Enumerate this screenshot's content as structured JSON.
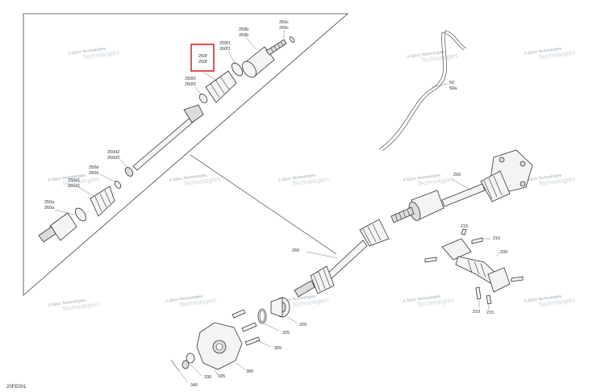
{
  "diagram_code": "20FE001",
  "watermark": {
    "line1": "© Elect Technologies",
    "line2": "Technologies"
  },
  "labels": {
    "l250c": "250c",
    "l260c": "260c",
    "l250b": "250b",
    "l260b": "260b",
    "l250f1": "250f1",
    "l260f1": "260f1",
    "l250f": "250f",
    "l260f": "260f",
    "l250f2": "250f2",
    "l260f2": "260f2",
    "l250d2": "250d2",
    "l260d2": "260d2",
    "l250d": "250d",
    "l260d": "260d",
    "l250d1": "250d1",
    "l260d1": "260d1",
    "l250a": "250a",
    "l260a": "260a",
    "l50": "50",
    "l50a": "50a",
    "l250": "250",
    "l260": "260",
    "l215a": "215",
    "l210a": "210",
    "l200": "200",
    "l210b": "210",
    "l215b": "215",
    "l320": "320",
    "l325": "325",
    "l305": "305",
    "l340": "340",
    "l330": "330",
    "l335": "335",
    "l300": "300"
  },
  "highlight_color": "#e0262b"
}
